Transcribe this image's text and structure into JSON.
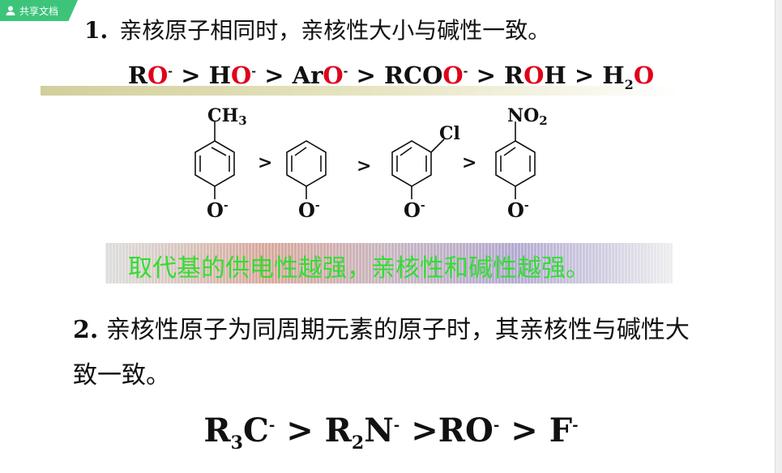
{
  "tag": {
    "label": "共享文档",
    "icon": "user-icon",
    "color": "#3dc47b"
  },
  "point1": {
    "number": "1.",
    "text": "亲核原子相同时，亲核性大小与碱性一致。"
  },
  "order": {
    "terms": [
      {
        "pre": "R",
        "red": "O",
        "sup": "-",
        "post": "",
        "sub": "",
        "end": ""
      },
      {
        "pre": "H",
        "red": "O",
        "sup": "-",
        "post": "",
        "sub": "",
        "end": ""
      },
      {
        "pre": "Ar",
        "red": "O",
        "sup": "-",
        "post": "",
        "sub": "",
        "end": ""
      },
      {
        "pre": "RCO",
        "red": "O",
        "sup": "-",
        "post": "",
        "sub": "",
        "end": ""
      },
      {
        "pre": "R",
        "red": "O",
        "sup": "",
        "post": "H",
        "sub": "",
        "end": ""
      },
      {
        "pre": "H",
        "red": "O",
        "sup": "",
        "post": "",
        "sub": "2",
        "end": ""
      }
    ],
    "separator": " > ",
    "accent_color": "#e0001a"
  },
  "phenoxides": {
    "substituents": [
      "CH3",
      "",
      "Cl",
      "NO2"
    ],
    "substituent_labels": [
      {
        "main": "CH",
        "sub": "3"
      },
      {
        "main": "",
        "sub": ""
      },
      {
        "main": "Cl",
        "sub": ""
      },
      {
        "main": "NO",
        "sub": "2"
      }
    ],
    "anion_label": "O",
    "anion_charge": "-",
    "separator": ">"
  },
  "banner": {
    "text": "取代基的供电性越强，亲核性和碱性越强。",
    "text_color": "#33dd33"
  },
  "point2": {
    "number": "2.",
    "text": "亲核性原子为同周期元素的原子时，其亲核性与碱性大致一致。"
  },
  "formula2": {
    "parts": [
      {
        "a": "R",
        "sub": "3",
        "b": "C",
        "sup": "-"
      },
      {
        "a": "R",
        "sub": "2",
        "b": "N",
        "sup": "-"
      },
      {
        "a": "RO",
        "sub": "",
        "b": "",
        "sup": "-"
      },
      {
        "a": "F",
        "sub": "",
        "b": "",
        "sup": "-"
      }
    ],
    "separators": [
      " > ",
      " >",
      " > "
    ]
  }
}
